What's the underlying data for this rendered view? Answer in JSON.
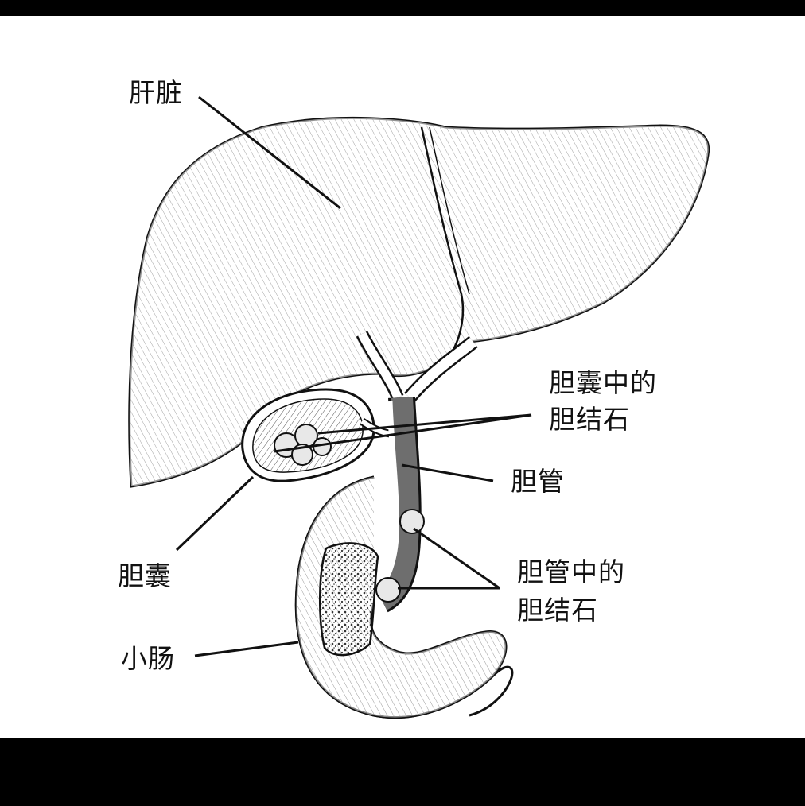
{
  "labels": {
    "liver": "肝脏",
    "gallstones_in_gallbladder": [
      "胆囊中的",
      "胆结石"
    ],
    "bile_duct": "胆管",
    "gallbladder": "胆囊",
    "gallstones_in_bile_duct": [
      "胆管中的",
      "胆结石"
    ],
    "small_intestine": "小肠"
  },
  "colors": {
    "ink": "#111111",
    "paper": "#ffffff",
    "frame": "#000000",
    "stone_fill": "#e8e8e8",
    "duct_fill": "#6e6e6e",
    "mucosa_fill": "#bdbdbd"
  }
}
